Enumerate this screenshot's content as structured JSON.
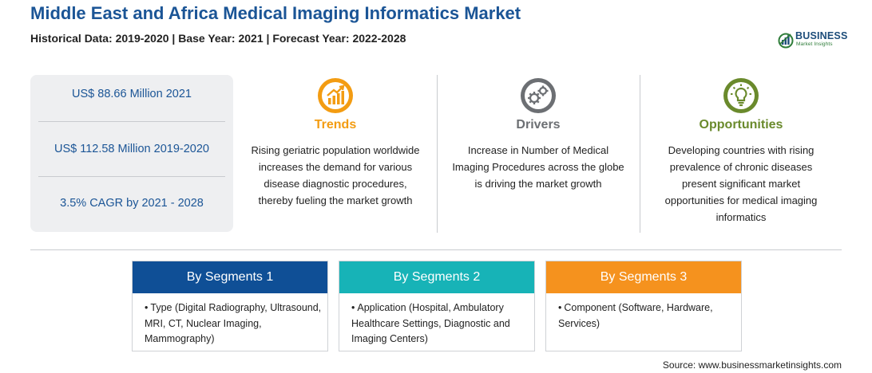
{
  "header": {
    "title": "Middle East and Africa Medical Imaging Informatics Market",
    "subtitle": "Historical Data: 2019-2020 | Base Year: 2021 | Forecast Year: 2022-2028"
  },
  "logo": {
    "word": "BUSINESS",
    "tagline": "Market Insights"
  },
  "stats": [
    "US$ 88.66 Million 2021",
    "US$ 112.58 Million 2019-2020",
    "3.5% CAGR by 2021 - 2028"
  ],
  "columns": [
    {
      "icon": "trend-chart-icon",
      "heading": "Trends",
      "color": "#f39c12",
      "lines": [
        "Rising geriatric population worldwide",
        "increases the demand for various",
        "disease diagnostic procedures,",
        "thereby fueling the market growth"
      ]
    },
    {
      "icon": "gears-icon",
      "heading": "Drivers",
      "color": "#6c6f73",
      "lines": [
        "Increase in Number of Medical",
        "Imaging Procedures across the globe",
        "is driving the market growth"
      ]
    },
    {
      "icon": "lightbulb-icon",
      "heading": "Opportunities",
      "color": "#6a8a2c",
      "lines": [
        "Developing countries with rising",
        "prevalence of chronic diseases",
        "present significant market",
        "opportunities for medical imaging",
        "informatics"
      ]
    }
  ],
  "segments": [
    {
      "title": "By Segments 1",
      "color": "#0f4f96",
      "bullet": "•",
      "lines": [
        "Type (Digital Radiography, Ultrasound,",
        "MRI, CT, Nuclear Imaging,",
        "Mammography)"
      ]
    },
    {
      "title": "By Segments 2",
      "color": "#17b3b7",
      "bullet": "•",
      "lines": [
        "Application (Hospital, Ambulatory",
        "Healthcare Settings, Diagnostic and",
        "Imaging Centers)"
      ]
    },
    {
      "title": "By Segments 3",
      "color": "#f5921e",
      "bullet": "•",
      "lines": [
        "Component (Software, Hardware,",
        "Services)"
      ]
    }
  ],
  "source": "Source: www.businessmarketinsights.com"
}
